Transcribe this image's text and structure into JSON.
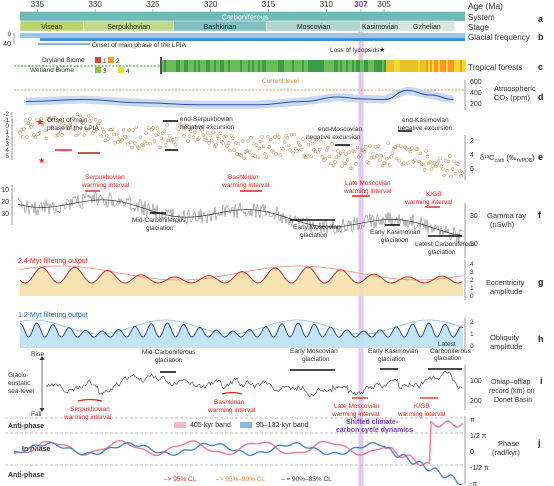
{
  "axis": {
    "title": "Age (Ma)",
    "ticks": [
      335,
      330,
      325,
      320,
      315,
      310,
      307,
      305
    ],
    "highlight": 307,
    "range": [
      336.5,
      298
    ]
  },
  "system": {
    "label": "System",
    "name": "Carboniferous"
  },
  "stage": {
    "label": "Stage",
    "items": [
      {
        "name": "Visean",
        "start": 336.5,
        "end": 331.0,
        "color": "#b9d36f"
      },
      {
        "name": "Serpukhovian",
        "start": 331.0,
        "end": 323.2,
        "color": "#bfd98b"
      },
      {
        "name": "Bashkirian",
        "start": 323.2,
        "end": 315.2,
        "color": "#7ec1c2"
      },
      {
        "name": "Moscovian",
        "start": 315.2,
        "end": 307.0,
        "color": "#b3d5cf"
      },
      {
        "name": "Kasimovian",
        "start": 307.0,
        "end": 303.7,
        "color": "#c4dfd6"
      },
      {
        "name": "Gzhelian",
        "start": 303.7,
        "end": 298.9,
        "color": "#d3e7df"
      }
    ]
  },
  "panels": {
    "a": "a",
    "b": "b",
    "c": "c",
    "d": "d",
    "e": "e",
    "f": "f",
    "g": "g",
    "h": "h",
    "i": "i",
    "j": "j"
  },
  "glacial": {
    "label": "Glacial frequency",
    "ytick": "40",
    "ytick0": "0",
    "onset": "Onset of main phase of the LPIA"
  },
  "forest": {
    "label": "Tropical forests",
    "loss": "Loss of lycopsids",
    "dryland": "Dryland Biome",
    "wetland": "Wetland Biome",
    "legend": [
      "1",
      "2",
      "3",
      "4"
    ],
    "legend_colors": [
      "#d44a3a",
      "#f39a2a",
      "#8bc34a",
      "#f5dc2a"
    ]
  },
  "co2": {
    "label1": "Atmospheric",
    "label2": "CO₂ (ppm)",
    "current": "Current level",
    "ticks": [
      "600",
      "400",
      "200"
    ]
  },
  "carbon": {
    "label": "δ¹³C",
    "label_sub": "carb",
    "label_unit": " (‰,",
    "label_ref": "VPDB",
    "label_close": ")",
    "onset": [
      "Onset of main",
      "phase of the LPIA"
    ],
    "ann1": [
      "end-Serpukhovian",
      "negative excursion"
    ],
    "ann2": [
      "end-Moscovian",
      "negative excursion"
    ],
    "ann3": [
      "end-Kasimovian",
      "negative excursion"
    ],
    "lticks": [
      "-2",
      "-1",
      "0",
      "1",
      "2",
      "3",
      "4",
      "5"
    ],
    "rticks": [
      "2",
      "4",
      "6"
    ]
  },
  "gamma": {
    "label1": "Gamma ray",
    "label2": "(nSv/h)",
    "lticks": [
      "10",
      "20",
      "30"
    ],
    "rticks": [
      "30",
      "50"
    ],
    "ann": [
      [
        "Serpukhovian",
        "warming interval"
      ],
      [
        "Bashkirian",
        "warming interval"
      ],
      [
        "Late Moscovian",
        "warming interval"
      ],
      [
        "K/GB",
        "warming interval"
      ],
      [
        "Mid-Carboniferous",
        "glaciation"
      ],
      [
        "Early Moscovian",
        "glaciation"
      ],
      [
        "Early Kasimovian",
        "glaciation"
      ],
      [
        "Latest Carboniferous",
        "glaciation"
      ]
    ]
  },
  "ecc": {
    "filter": "2.4-Myr filtering output",
    "label1": "Eccentricity",
    "label2": "amplitude",
    "ticks": [
      "4",
      "3",
      "2",
      "1",
      "0"
    ]
  },
  "obl": {
    "filter": "1.2-Myr filtering output",
    "label1": "Obliquity",
    "label2": "amplitude",
    "ticks": [
      "2",
      "1",
      "0"
    ]
  },
  "onlap": {
    "label1": "Onlap–offlap",
    "label2": "record (km) on",
    "label3": "Donet Basin",
    "left1": "Glacio-",
    "left2": "eustatic",
    "left3": "sea-level",
    "rise": "Rise",
    "fall": "Fall",
    "ticks": [
      "100",
      "200"
    ],
    "ann": [
      [
        "Mid-Carboniferous",
        "glaciation"
      ],
      [
        "Early Moscovian",
        "glaciation"
      ],
      [
        "Early Kasimovian",
        "glaciation"
      ],
      [
        "Latest",
        "Carboniferous",
        "glaciation"
      ],
      [
        "Serpukhovian",
        "warming interval"
      ],
      [
        "Bashkirian",
        "warming interval"
      ],
      [
        "Late Moscovian",
        "warming interval"
      ],
      [
        "K/GB",
        "warming interval"
      ]
    ]
  },
  "phase": {
    "label1": "Phase",
    "label2": "(rad/kyr)",
    "anti1": "Anti-phase",
    "inph": "In phase",
    "anti2": "Anti-phase",
    "band1": "405-kyr band",
    "band2": "95–132-kyr band",
    "shift1": "Shifted climate-",
    "shift2": "carbon cycle dynamics",
    "ticks": [
      "π",
      "1/2 π",
      "0",
      "-1/2 π",
      "-π"
    ],
    "cl1": "–> 95% CL",
    "cl2": "–> 95%–90% CL",
    "cl3": "– = 90%–85% CL"
  },
  "colors": {
    "red": "#e0231f",
    "orange": "#e87a22",
    "blue": "#1d63b8",
    "purple": "#b388d9",
    "carbon": "#c89a5a",
    "gamma": "#555555"
  },
  "chart_data": {
    "type": "line",
    "x_label": "Age (Ma)",
    "xlim": [
      336.5,
      298
    ],
    "series": [
      {
        "name": "Atmospheric CO₂ (ppm)",
        "x": [
          336,
          331,
          326,
          321,
          316,
          312,
          309,
          307,
          305,
          303,
          301,
          299
        ],
        "y": [
          300,
          330,
          280,
          250,
          250,
          300,
          370,
          340,
          330,
          470,
          400,
          330
        ]
      },
      {
        "name": "δ¹³Ccarb (‰, VPDB)",
        "x": [
          335,
          330,
          325,
          320,
          315,
          310,
          305,
          300
        ],
        "y": [
          2.2,
          3.2,
          3.8,
          4.2,
          4.3,
          4.0,
          4.5,
          5.0
        ]
      },
      {
        "name": "Eccentricity amplitude",
        "x": [
          336,
          330,
          324,
          318,
          312,
          306,
          300
        ],
        "y": [
          2.0,
          2.1,
          2.0,
          2.2,
          2.1,
          2.0,
          2.1
        ]
      },
      {
        "name": "Obliquity amplitude",
        "x": [
          336,
          330,
          324,
          318,
          312,
          306,
          300
        ],
        "y": [
          1.0,
          1.1,
          1.0,
          1.2,
          1.1,
          1.0,
          1.1
        ]
      }
    ]
  }
}
